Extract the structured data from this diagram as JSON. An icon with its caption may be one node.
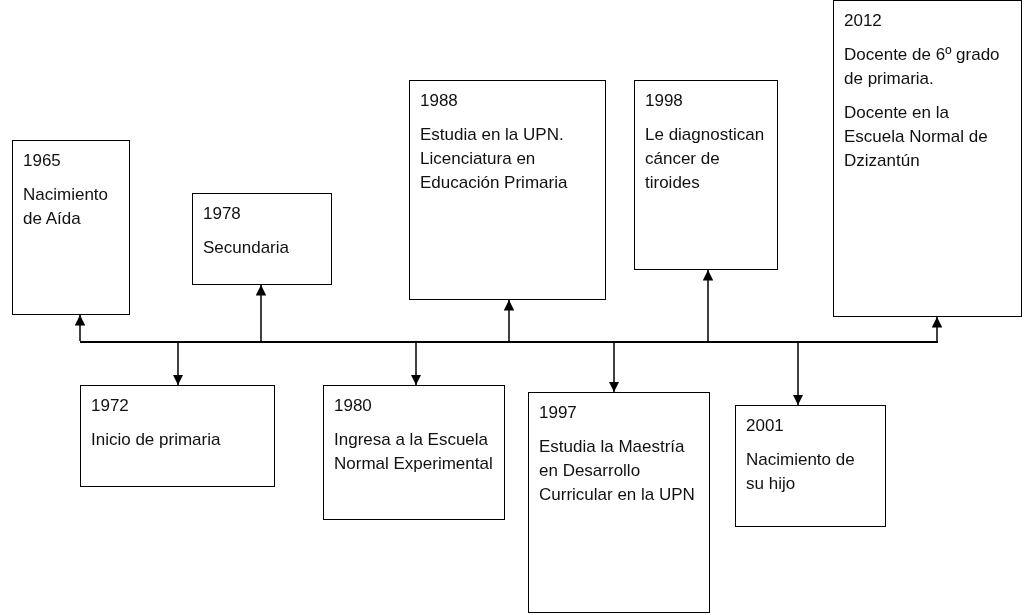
{
  "diagram": {
    "nodes": [
      {
        "text": [
          "1965",
          "Nacimiento de Aída"
        ]
      },
      {
        "text": [
          "1978",
          "Secundaria"
        ]
      },
      {
        "text": [
          "1988",
          "Estudia en la UPN. Licenciatura en Educación Primaria"
        ]
      },
      {
        "text": [
          "1998",
          "Le diagnostican cáncer de tiroides"
        ]
      },
      {
        "text": [
          "2012",
          "Docente de 6º grado de primaria.",
          "Docente en la Escuela Normal de Dzizantún"
        ]
      },
      {
        "text": [
          "1972",
          "Inicio de primaria"
        ]
      },
      {
        "text": [
          "1980",
          "Ingresa a la Escuela Normal Experimental"
        ]
      },
      {
        "text": [
          "1997",
          "Estudia la Maestría en Desarrollo Curricular en la UPN"
        ]
      },
      {
        "text": [
          "2001",
          "Nacimiento de su hijo"
        ]
      },
      {
        "text": [],
        "shape": "bar"
      }
    ],
    "edges": [
      {
        "from": 9,
        "to": 0,
        "arrow": "to"
      },
      {
        "from": 9,
        "to": 5,
        "arrow": "to"
      },
      {
        "from": 9,
        "to": 1,
        "arrow": "to"
      },
      {
        "from": 9,
        "to": 6,
        "arrow": "to"
      },
      {
        "from": 9,
        "to": 2,
        "arrow": "to"
      },
      {
        "from": 9,
        "to": 7,
        "arrow": "to"
      },
      {
        "from": 9,
        "to": 3,
        "arrow": "to"
      },
      {
        "from": 9,
        "to": 8,
        "arrow": "to"
      },
      {
        "from": 9,
        "to": 4,
        "arrow": "to"
      }
    ]
  }
}
